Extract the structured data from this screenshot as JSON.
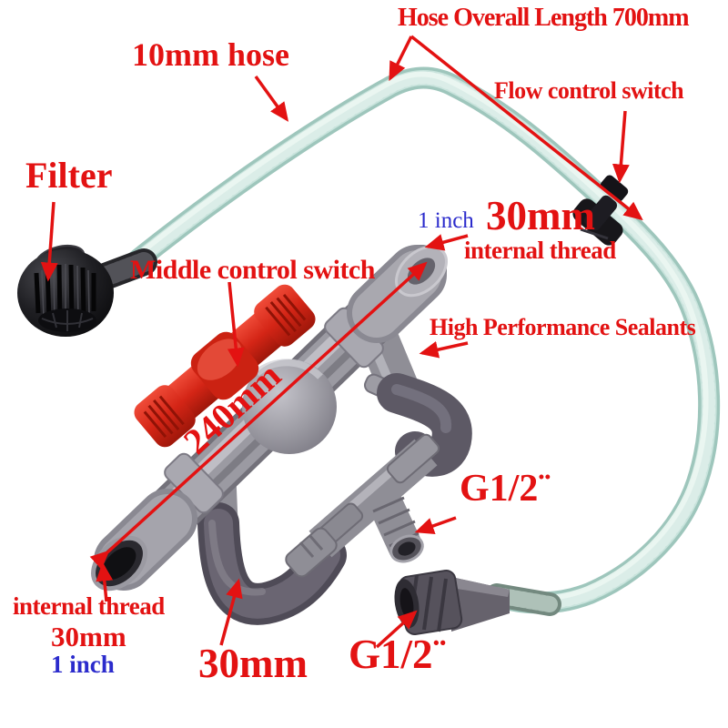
{
  "image": {
    "description": "Annotated e-commerce product photo of a venturi fertilizer injector pipe kit with suction hose, filter and valves on a white background"
  },
  "colors": {
    "background": "#ffffff",
    "label_red": "#e31212",
    "label_blue": "#2b2bcc",
    "hose_teal": "#c8e3dc",
    "pipe_gray": "#9b9aa2",
    "pipe_dark_gray": "#5d5965",
    "valve_handle_red": "#d42516",
    "fitting_black": "#17161a"
  },
  "labels": {
    "hose_overall_length": "Hose Overall Length 700mm",
    "hose_10mm": "10mm hose",
    "flow_control_switch": "Flow control switch",
    "filter": "Filter",
    "one_inch_top": "1 inch",
    "thread_30mm_top": "30mm",
    "internal_thread_top": "internal thread",
    "middle_control_switch": "Middle control switch",
    "high_performance_sealants": "High Performance Sealants",
    "pipe_length_240mm": "240mm",
    "g12_port": "G1/2¨",
    "internal_thread_bottom": "internal thread",
    "thread_30mm_bottom": "30mm",
    "one_inch_bottom": "1 inch",
    "elbow_30mm": "30mm",
    "g12_hose_fitting": "G1/2¨"
  }
}
